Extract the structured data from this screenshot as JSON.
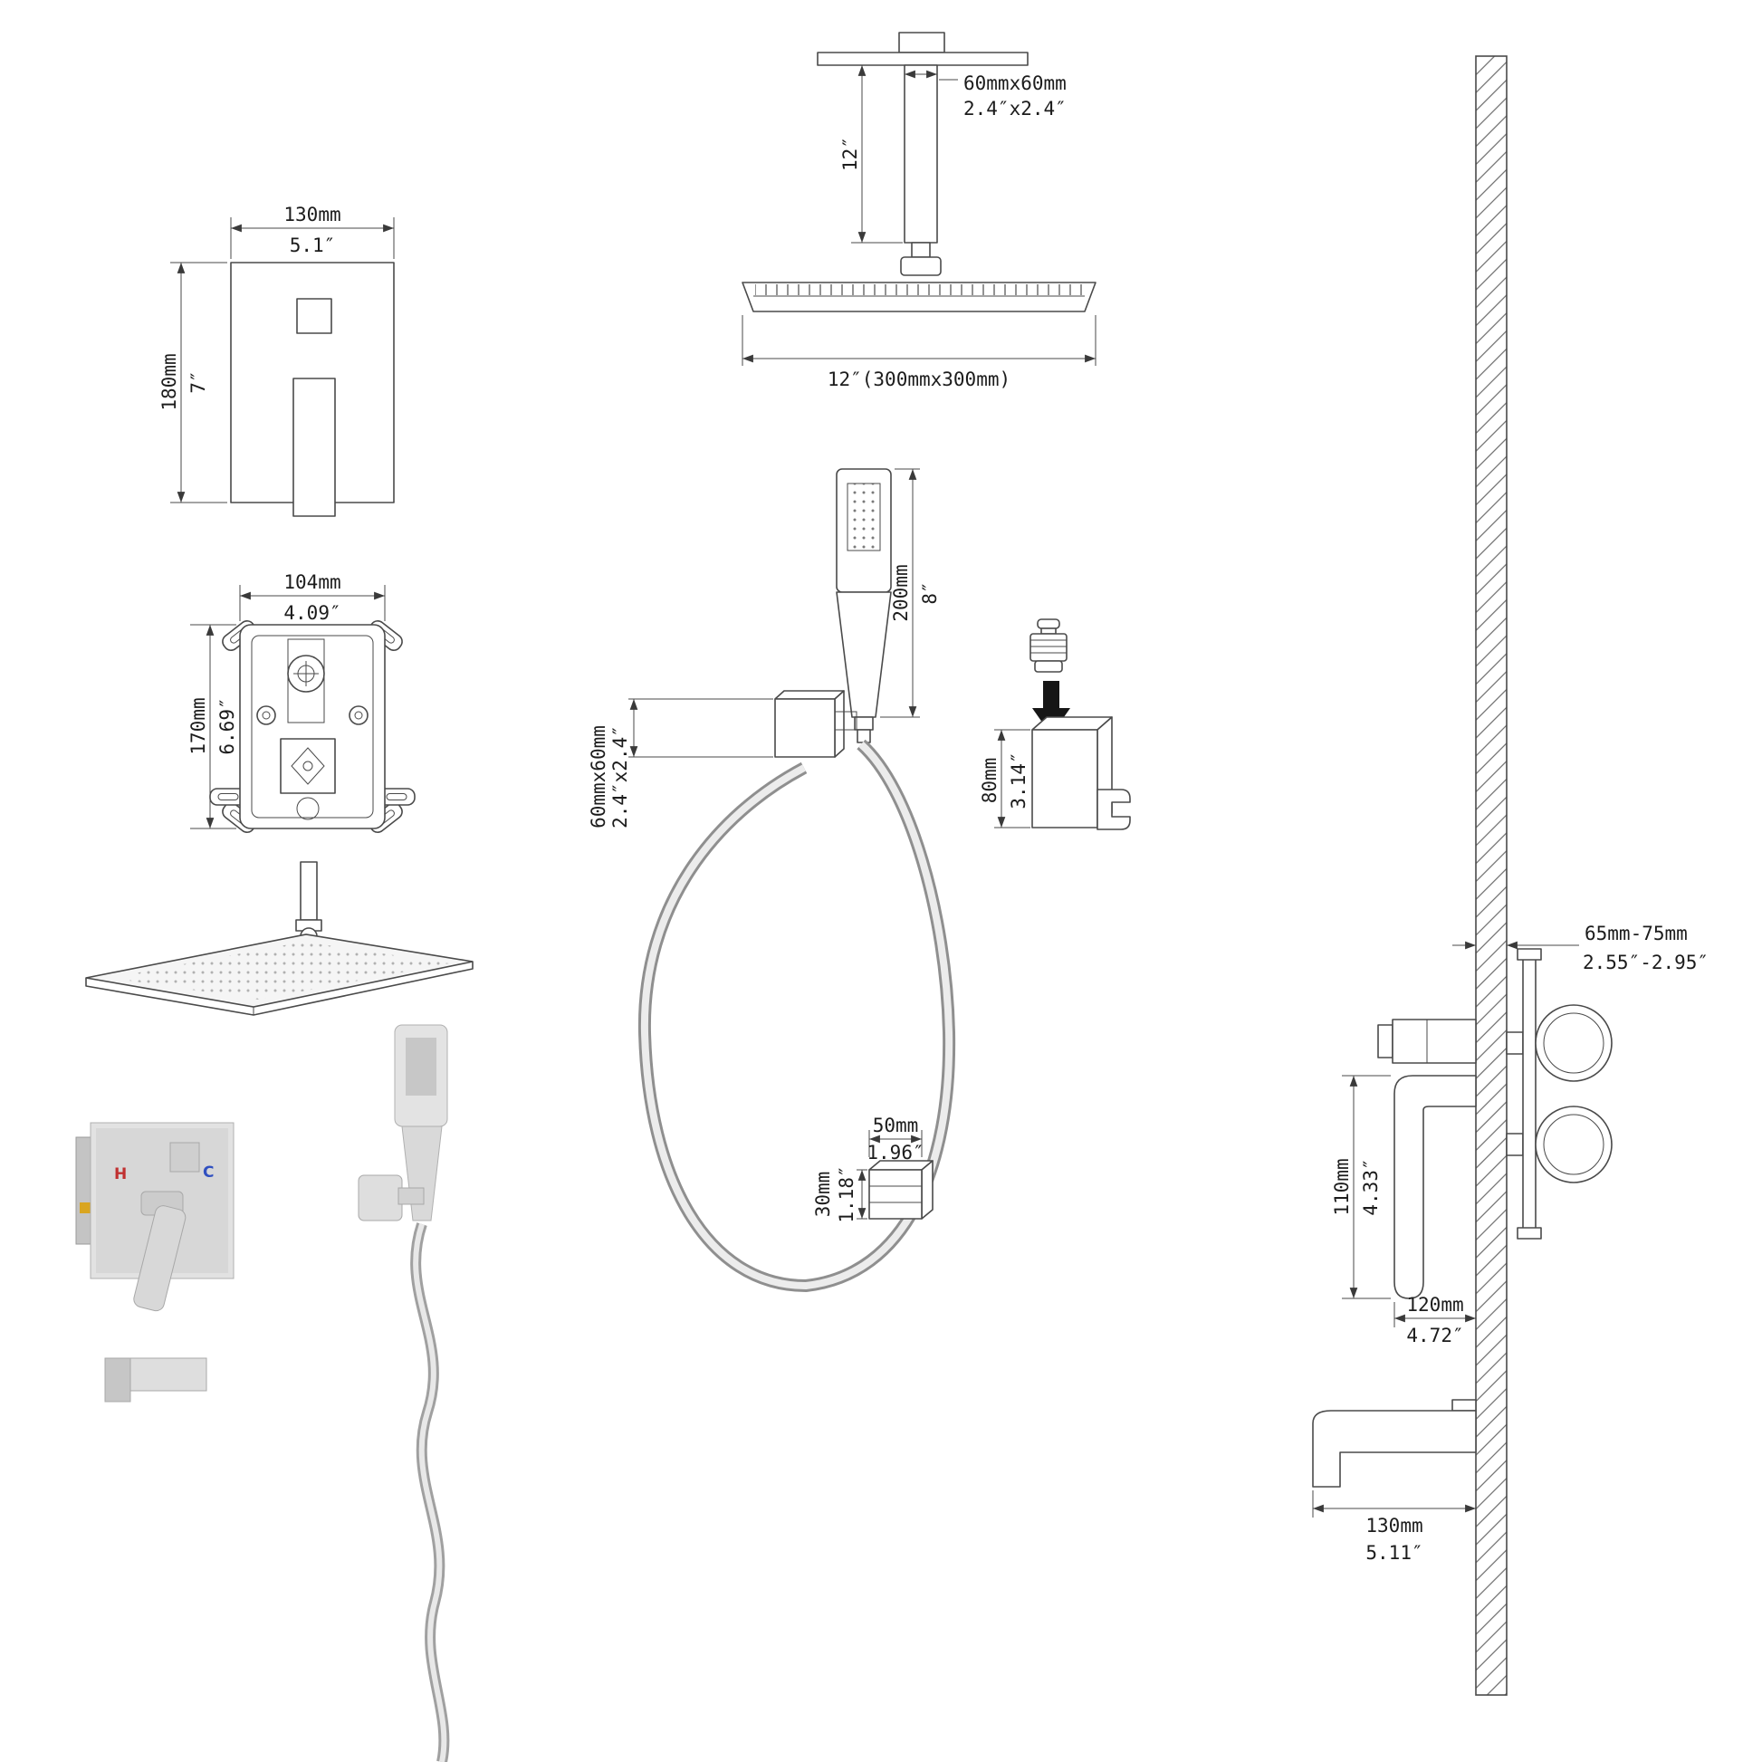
{
  "diagram": {
    "trim_plate": {
      "width_mm": "130mm",
      "width_in": "5.1″",
      "height_mm": "180mm",
      "height_in": "7″"
    },
    "rough_in_valve": {
      "width_mm": "104mm",
      "width_in": "4.09″",
      "height_mm": "170mm",
      "height_in": "6.69″"
    },
    "ceiling_mount": {
      "arm_section_mm": "60mmx60mm",
      "arm_section_in": "2.4″x2.4″",
      "arm_length_in": "12″",
      "head_size": "12″(300mmx300mm)"
    },
    "hand_shower": {
      "length_mm": "200mm",
      "length_in": "8″",
      "outlet_section_mm": "60mmx60mm",
      "outlet_section_in": "2.4″x2.4″"
    },
    "holder": {
      "height_mm": "80mm",
      "height_in": "3.14″"
    },
    "slide_bracket": {
      "width_mm": "50mm",
      "width_in": "1.96″",
      "height_mm": "30mm",
      "height_in": "1.18″"
    },
    "wall_valve": {
      "wall_range_mm": "65mm-75mm",
      "wall_range_in": "2.55″-2.95″",
      "handle_mm": "110mm",
      "handle_in": "4.33″",
      "depth_mm": "120mm",
      "depth_in": "4.72″",
      "spout_mm": "130mm",
      "spout_in": "5.11″"
    },
    "photo": {
      "hot": "H",
      "cold": "C"
    }
  }
}
